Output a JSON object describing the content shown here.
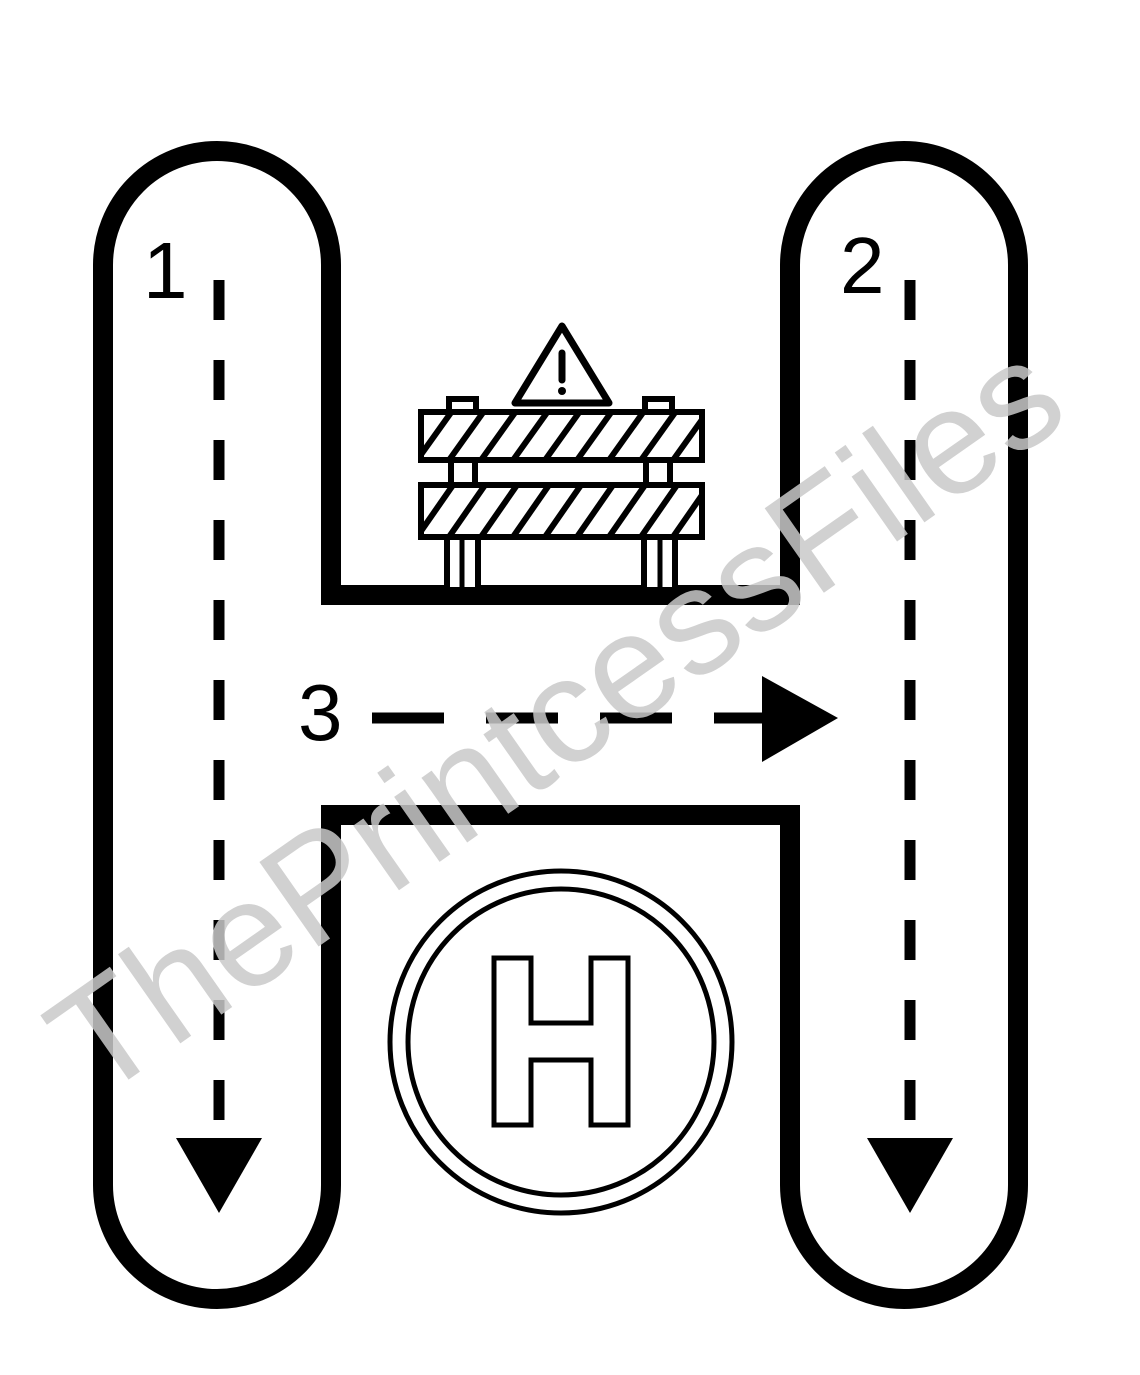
{
  "worksheet": {
    "letter": "H",
    "strokes": [
      {
        "number": "1",
        "direction": "down"
      },
      {
        "number": "2",
        "direction": "down"
      },
      {
        "number": "3",
        "direction": "right"
      }
    ],
    "watermark": "ThePrintcessFiles",
    "icons": {
      "barrier": "road-barrier-icon",
      "warning": "warning-sign-icon",
      "helipad": "helipad-icon"
    },
    "colors": {
      "ink": "#000000",
      "paper": "#ffffff",
      "watermark": "#c9c9c9"
    }
  }
}
